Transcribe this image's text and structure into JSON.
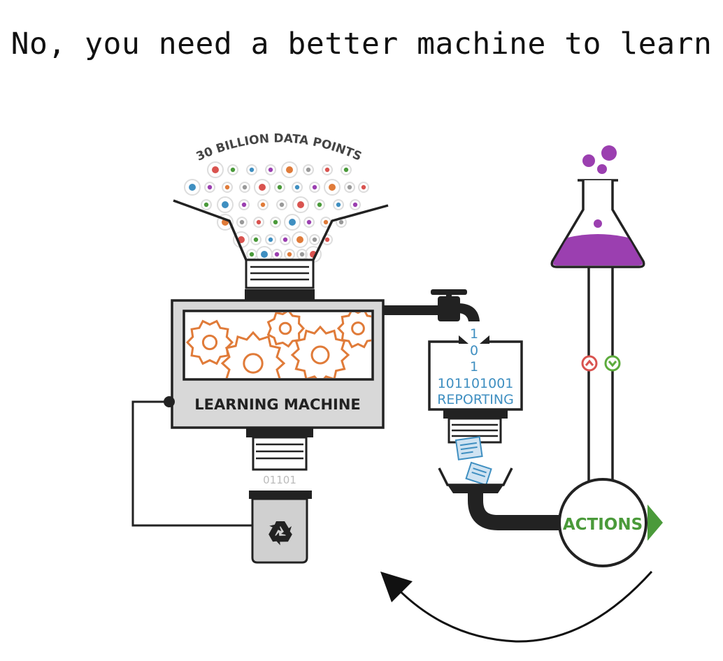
{
  "headline": "No, you need a better machine to learn",
  "diagram": {
    "data_label": "30 BILLION DATA POINTS",
    "machine_label": "LEARNING MACHINE",
    "binary_lines": [
      "1",
      "0",
      "1",
      "101101001"
    ],
    "reporting_label": "REPORTING",
    "faded_bits": "01101",
    "actions_label": "ACTIONS",
    "colors": {
      "gear": "#e07b39",
      "machine_body": "#d8d8d8",
      "flask_liquid": "#9b3fb0",
      "reporting_blue": "#3f8fc1",
      "actions_green": "#4a9a3a",
      "arrow_up_red": "#d9534f",
      "arrow_down_green": "#5cab3c"
    },
    "icons": [
      "recycle-icon",
      "faucet-icon",
      "flask-icon",
      "document-icon",
      "up-arrow-icon",
      "down-arrow-icon"
    ]
  }
}
